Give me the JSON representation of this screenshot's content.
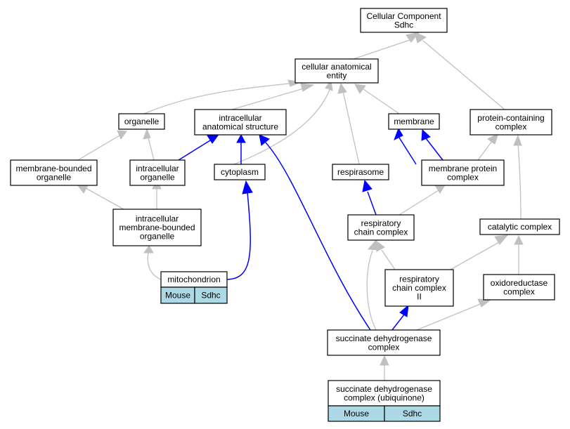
{
  "nodes": {
    "cellular_component": [
      "Cellular Component",
      "Sdhc"
    ],
    "cellular_anatomical_entity": [
      "cellular anatomical",
      "entity"
    ],
    "organelle": [
      "organelle"
    ],
    "intracellular_anatomical_structure": [
      "intracellular",
      "anatomical structure"
    ],
    "membrane": [
      "membrane"
    ],
    "protein_containing_complex": [
      "protein-containing",
      "complex"
    ],
    "membrane_bounded_organelle": [
      "membrane-bounded",
      "organelle"
    ],
    "intracellular_organelle": [
      "intracellular",
      "organelle"
    ],
    "cytoplasm": [
      "cytoplasm"
    ],
    "respirasome": [
      "respirasome"
    ],
    "membrane_protein_complex": [
      "membrane protein",
      "complex"
    ],
    "intracellular_membrane_bounded_organelle": [
      "intracellular",
      "membrane-bounded",
      "organelle"
    ],
    "respiratory_chain_complex": [
      "respiratory",
      "chain complex"
    ],
    "catalytic_complex": [
      "catalytic complex"
    ],
    "mitochondrion": [
      "mitochondrion"
    ],
    "respiratory_chain_complex_ii": [
      "respiratory",
      "chain complex",
      "II"
    ],
    "oxidoreductase_complex": [
      "oxidoreductase",
      "complex"
    ],
    "succinate_dehydrogenase_complex": [
      "succinate dehydrogenase",
      "complex"
    ],
    "sdh_complex_ubiquinone": [
      "succinate dehydrogenase",
      "complex (ubiquinone)"
    ]
  },
  "annotations": {
    "mitochondrion": [
      "Mouse",
      "Sdhc"
    ],
    "sdh_complex_ubiquinone": [
      "Mouse",
      "Sdhc"
    ]
  },
  "colors": {
    "node_fill": "#ffffff",
    "annotation_fill": "#add8e6",
    "edge_is_a": "#c0c0c0",
    "edge_part_of": "#0000ff"
  }
}
